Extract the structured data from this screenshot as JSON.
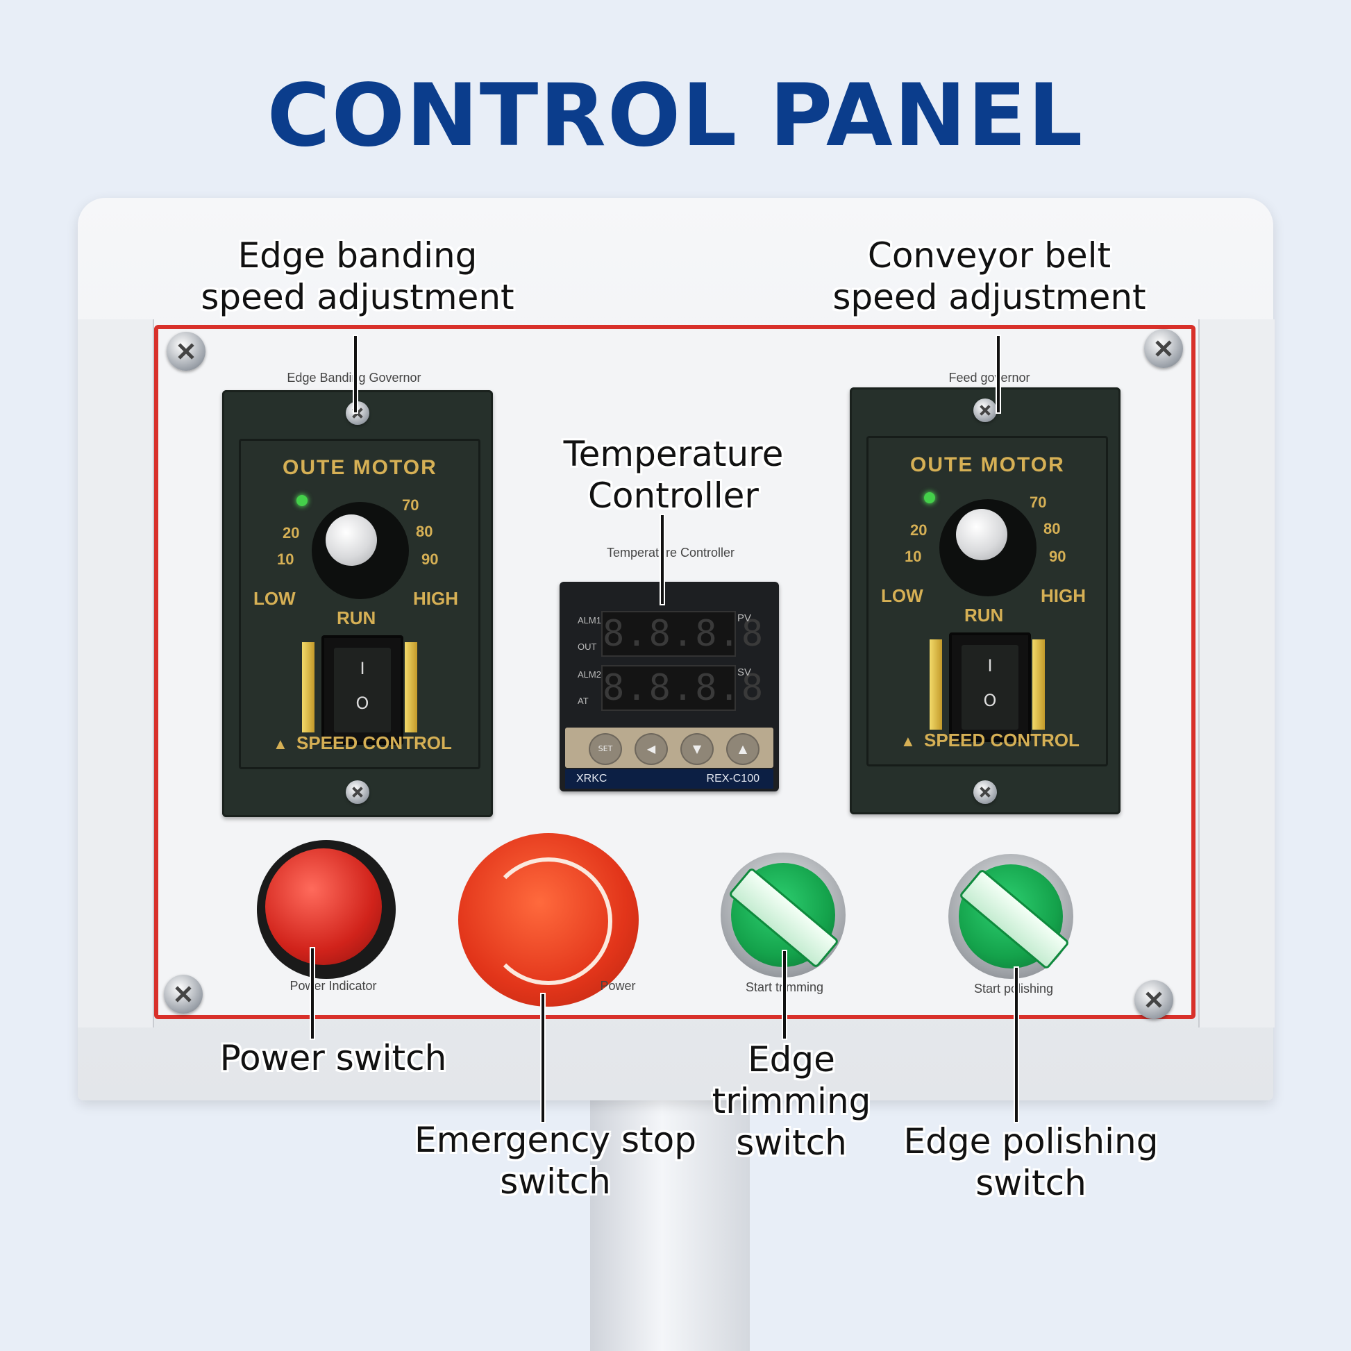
{
  "title": "CONTROL PANEL",
  "callouts": {
    "edge_banding": [
      "Edge banding",
      "speed adjustment"
    ],
    "conveyor_belt": [
      "Conveyor belt",
      "speed adjustment"
    ],
    "temperature": [
      "Temperature",
      "Controller"
    ],
    "power": [
      "Power switch"
    ],
    "emergency": [
      "Emergency stop",
      "switch"
    ],
    "trimming": [
      "Edge trimming",
      "switch"
    ],
    "polishing": [
      "Edge polishing",
      "switch"
    ]
  },
  "panel_text": {
    "left_governor": "Edge Banding Governor",
    "right_governor": "Feed governor",
    "temp_controller": "Temperature Controller",
    "power_indicator": "Power Indicator",
    "power": "Power",
    "start_trimming": "Start trimming",
    "start_polishing": "Start polishing"
  },
  "governor": {
    "brand": "OUTE  MOTOR",
    "scale": [
      "10",
      "20",
      "70",
      "80",
      "90"
    ],
    "low": "LOW",
    "run": "RUN",
    "high": "HIGH",
    "speed_control": "SPEED  CONTROL",
    "on": "I",
    "off": "O"
  },
  "temperature_controller": {
    "pv": "PV",
    "sv": "SV",
    "pv_display": "8.8.8.8",
    "sv_display": "8.8.8.8",
    "brand": "XRKC",
    "model": "REX-C100",
    "indicators": [
      "ALM1",
      "OUT",
      "ALM2",
      "AT"
    ],
    "buttons": [
      "SET",
      "◀",
      "▼",
      "▲"
    ]
  },
  "colors": {
    "title": "#0b3d8c",
    "panel_border": "#d8302a",
    "governor_text": "#d6b055",
    "estop": "#e2351a",
    "selector": "#14a24b"
  }
}
